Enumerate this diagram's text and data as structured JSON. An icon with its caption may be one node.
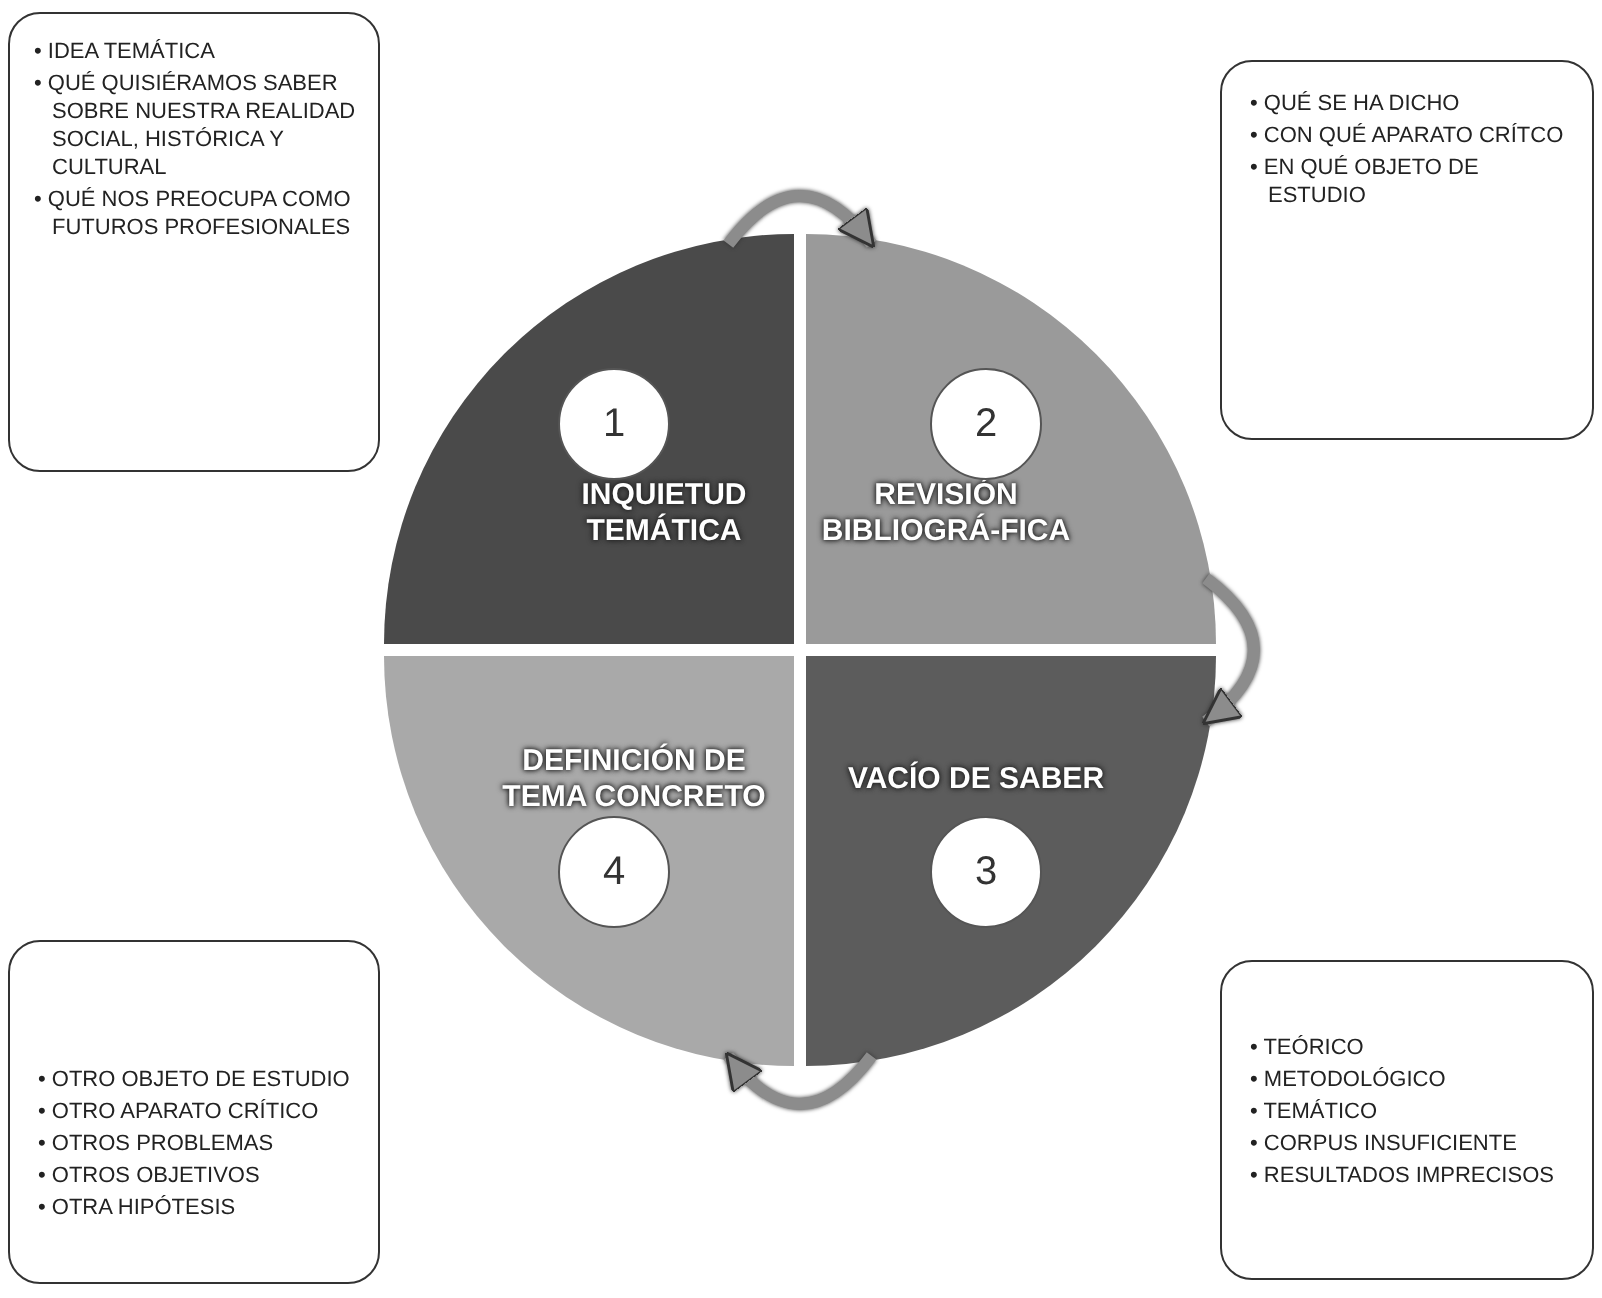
{
  "diagram": {
    "nodes": [
      {
        "text": [
          "• IDEA TEMÁTICA",
          "• QUÉ QUISIÉRAMOS SABER SOBRE NUESTRA REALIDAD SOCIAL, HISTÓRICA Y CULTURAL",
          "• QUÉ NOS PREOCUPA COMO FUTUROS PROFESIONALES"
        ]
      },
      {
        "text": [
          "INQUIETUD TEMÁTICA"
        ]
      },
      {
        "text": [
          "1"
        ],
        "in": 1
      },
      {
        "text": [
          "REVISIÓN BIBLIOGRÁ-FICA"
        ]
      },
      {
        "text": [
          "2"
        ],
        "in": 3
      },
      {
        "text": [
          "• QUÉ SE HA DICHO",
          "• CON QUÉ APARATO CRÍTCO",
          "• EN QUÉ OBJETO DE ESTUDIO"
        ]
      },
      {
        "text": [
          "DEFINICIÓN DE TEMA CONCRETO"
        ]
      },
      {
        "text": [
          "VACÍO DE SABER"
        ]
      },
      {
        "text": [
          "3"
        ],
        "in": 7
      },
      {
        "text": [
          "4"
        ],
        "in": 6
      },
      {
        "text": [
          "• TEÓRICO",
          "• METODOLÓGICO",
          "• TEMÁTICO",
          "• CORPUS INSUFICIENTE",
          "• RESULTADOS IMPRECISOS"
        ]
      },
      {
        "text": [
          "• OTRO OBJETO DE ESTUDIO",
          "• OTRO APARATO CRÍTICO",
          "• OTROS PROBLEMAS",
          "• OTROS OBJETIVOS",
          "• OTRA HIPÓTESIS"
        ]
      }
    ],
    "edges": [
      {
        "from": 1,
        "to": 3,
        "arrow": "to"
      },
      {
        "from": 3,
        "to": 7,
        "arrow": "to"
      },
      {
        "from": 7,
        "to": 6,
        "arrow": "to"
      }
    ]
  }
}
